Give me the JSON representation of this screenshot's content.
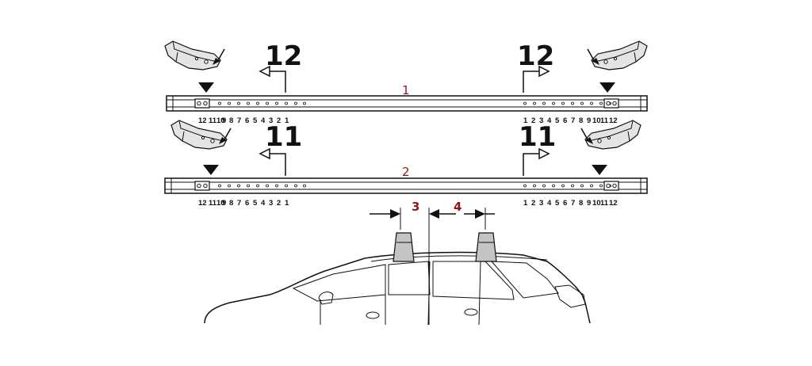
{
  "colors": {
    "ink": "#111111",
    "accent_label": "#8b1a1a",
    "carrier_fill": "#c4c4c4",
    "bracket_fill": "#e4e4e4"
  },
  "icons": [
    "bracket-clamp-icon",
    "triangle-marker-icon",
    "section-arrow-icon",
    "car-outline-icon",
    "roof-carrier-foot-icon",
    "dimension-arrow-icon"
  ],
  "bars": [
    {
      "label": "1",
      "left_callout": "12",
      "right_callout": "12",
      "left_scale": [
        "12",
        "11",
        "10",
        "9",
        "8",
        "7",
        "6",
        "5",
        "4",
        "3",
        "2",
        "1"
      ],
      "right_scale": [
        "1",
        "2",
        "3",
        "4",
        "5",
        "6",
        "7",
        "8",
        "9",
        "10",
        "11",
        "12"
      ]
    },
    {
      "label": "2",
      "left_callout": "11",
      "right_callout": "11",
      "left_scale": [
        "12",
        "11",
        "10",
        "9",
        "8",
        "7",
        "6",
        "5",
        "4",
        "3",
        "2",
        "1"
      ],
      "right_scale": [
        "1",
        "2",
        "3",
        "4",
        "5",
        "6",
        "7",
        "8",
        "9",
        "10",
        "11",
        "12"
      ]
    }
  ],
  "measurements": [
    {
      "label": "3"
    },
    {
      "label": "4"
    }
  ]
}
